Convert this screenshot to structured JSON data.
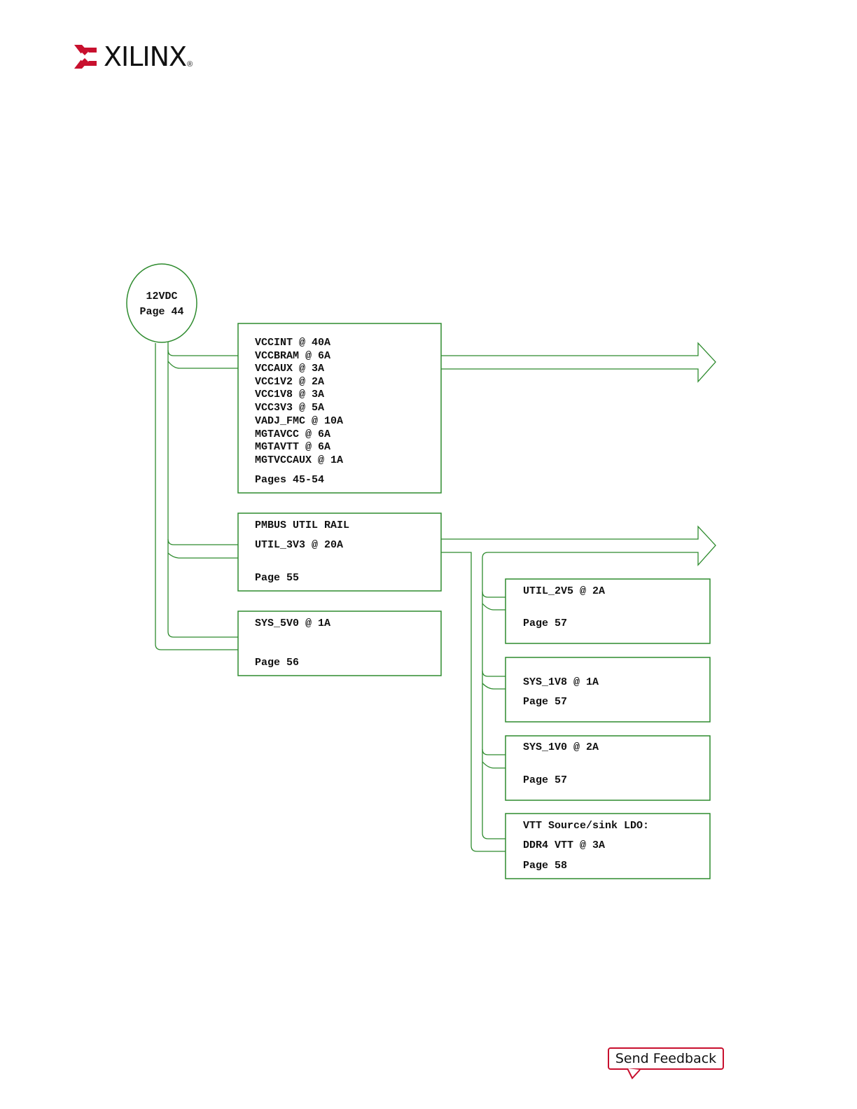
{
  "header": {
    "logo_text": "XILINX",
    "logo_mark": "®",
    "brand_color": "#c8102e"
  },
  "diagram": {
    "source": {
      "line1": "12VDC",
      "line2": "Page 44"
    },
    "boxes": {
      "fpga_rails": {
        "rails": [
          "VCCINT @ 40A",
          "VCCBRAM @ 6A",
          "VCCAUX @ 3A",
          "VCC1V2 @ 2A",
          "VCC1V8 @ 3A",
          "VCC3V3 @ 5A",
          "VADJ_FMC @ 10A",
          "MGTAVCC @ 6A",
          "MGTAVTT @ 6A",
          "MGTVCCAUX @ 1A"
        ],
        "page": "Pages 45-54"
      },
      "pmbus_util": {
        "title": "PMBUS UTIL RAIL",
        "rail": "UTIL_3V3 @ 20A",
        "page": "Page 55"
      },
      "sys_5v0": {
        "rail": "SYS_5V0 @ 1A",
        "page": "Page 56"
      },
      "util_2v5": {
        "rail": "UTIL_2V5 @ 2A",
        "page": "Page 57"
      },
      "sys_1v8": {
        "rail": "SYS_1V8 @ 1A",
        "page": "Page 57"
      },
      "sys_1v0": {
        "rail": "SYS_1V0 @ 2A",
        "page": "Page 57"
      },
      "vtt": {
        "title": "VTT Source/sink LDO:",
        "rail": "DDR4 VTT @ 3A",
        "page": "Page 58"
      }
    },
    "line_color": "#2e8b2e"
  },
  "footer": {
    "feedback_label": "Send Feedback"
  }
}
